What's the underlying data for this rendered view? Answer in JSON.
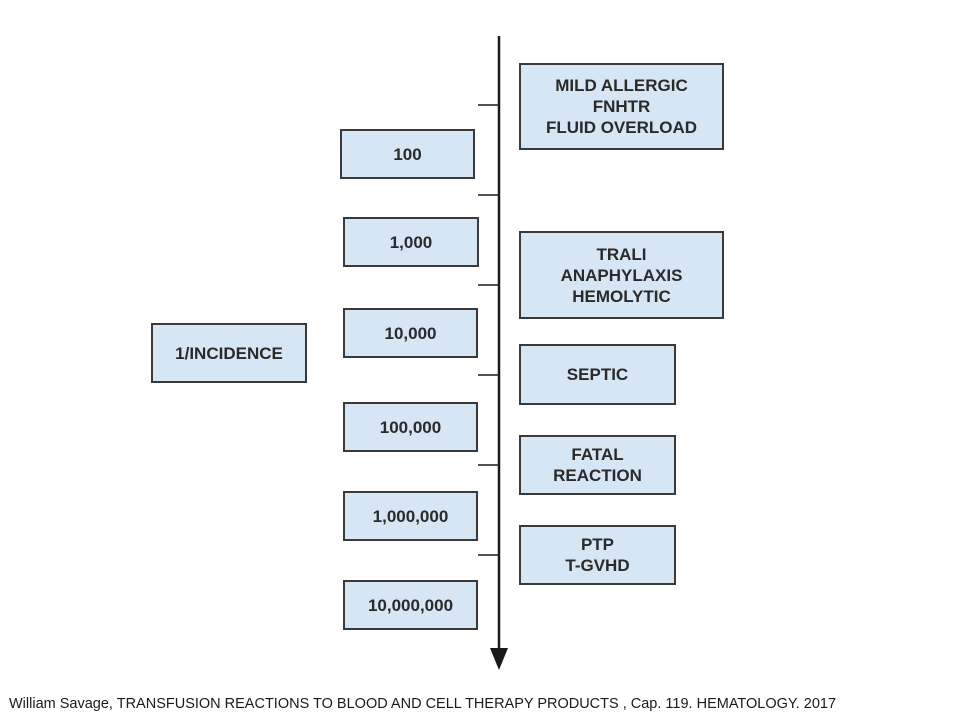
{
  "axis_label": "1/INCIDENCE",
  "scale": [
    "100",
    "1,000",
    "10,000",
    "100,000",
    "1,000,000",
    "10,000,000"
  ],
  "reactions": [
    {
      "lines": [
        "MILD ALLERGIC",
        "FNHTR",
        "FLUID OVERLOAD"
      ]
    },
    {
      "lines": [
        "TRALI",
        "ANAPHYLAXIS",
        "HEMOLYTIC"
      ]
    },
    {
      "lines": [
        "SEPTIC"
      ]
    },
    {
      "lines": [
        "FATAL",
        "REACTION"
      ]
    },
    {
      "lines": [
        "PTP",
        "T-GVHD"
      ]
    }
  ],
  "citation": "William Savage, TRANSFUSION REACTIONS TO BLOOD AND CELL THERAPY PRODUCTS , Cap. 119. HEMATOLOGY. 2017",
  "colors": {
    "box_fill": "#d6e6f4",
    "box_border": "#3a3a3a",
    "axis": "#1a1a1a"
  }
}
